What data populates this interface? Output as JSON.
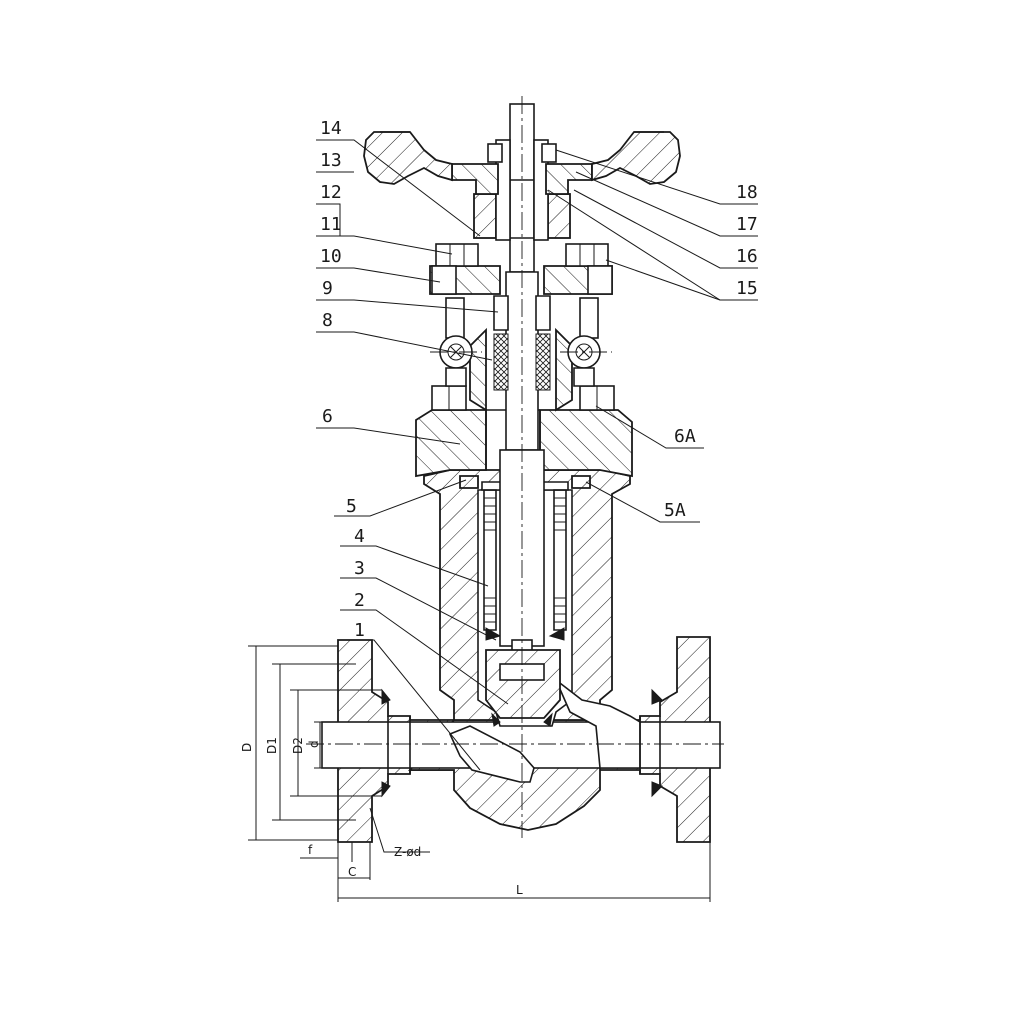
{
  "part_labels": [
    {
      "id": "14",
      "text": "14"
    },
    {
      "id": "13",
      "text": "13"
    },
    {
      "id": "12",
      "text": "12"
    },
    {
      "id": "11",
      "text": "11"
    },
    {
      "id": "10",
      "text": "10"
    },
    {
      "id": "9",
      "text": "9"
    },
    {
      "id": "8",
      "text": "8"
    },
    {
      "id": "6",
      "text": "6"
    },
    {
      "id": "5",
      "text": "5"
    },
    {
      "id": "4",
      "text": "4"
    },
    {
      "id": "3",
      "text": "3"
    },
    {
      "id": "2",
      "text": "2"
    },
    {
      "id": "1",
      "text": "1"
    },
    {
      "id": "18",
      "text": "18"
    },
    {
      "id": "17",
      "text": "17"
    },
    {
      "id": "16",
      "text": "16"
    },
    {
      "id": "15",
      "text": "15"
    },
    {
      "id": "6A",
      "text": "6A"
    },
    {
      "id": "5A",
      "text": "5A"
    }
  ],
  "dimensions": {
    "D": "D",
    "D1": "D1",
    "D2": "D2",
    "d": "d",
    "f": "f",
    "C": "C",
    "L": "L",
    "bolt": "Z-ød"
  }
}
